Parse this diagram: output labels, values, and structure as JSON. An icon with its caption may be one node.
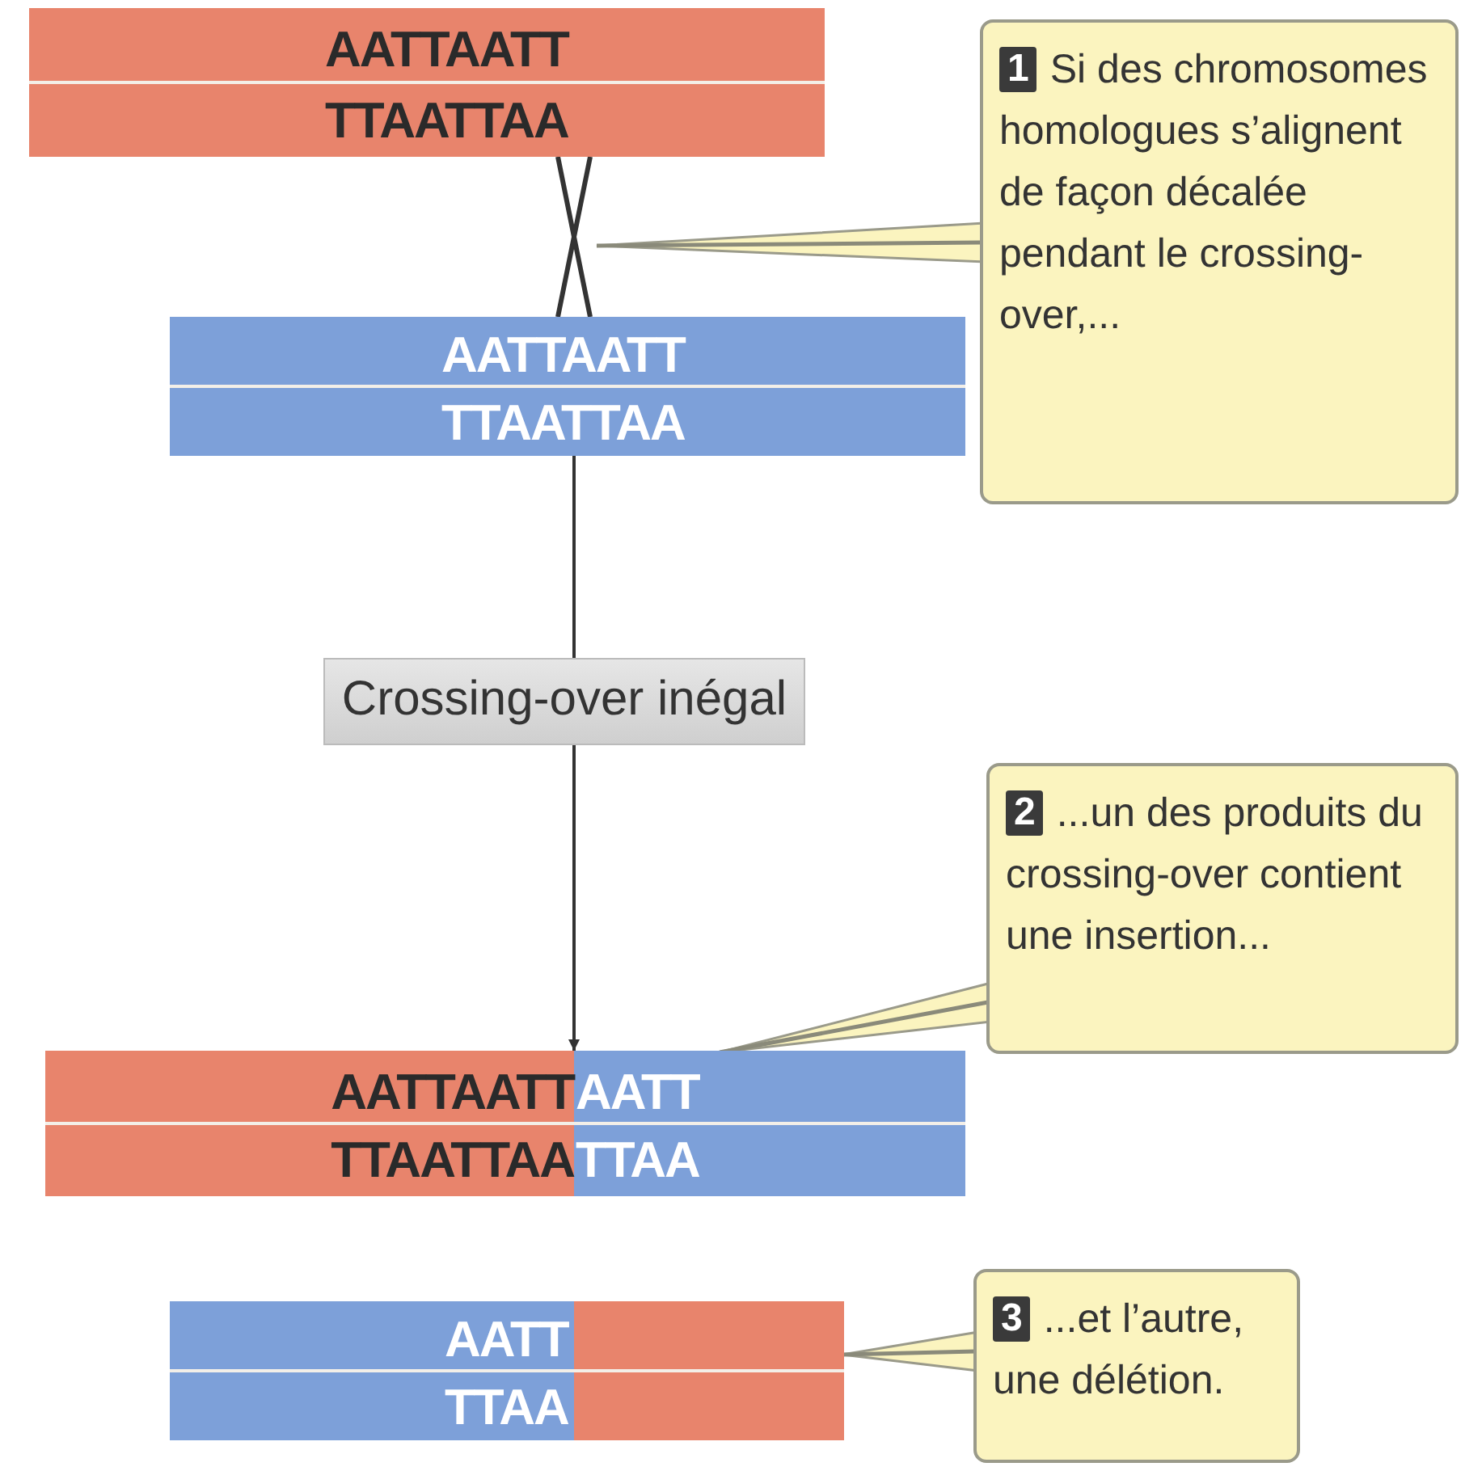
{
  "diagram": {
    "nodes": [
      {
        "text": [
          "AATTAATT",
          "TTAATTAA"
        ]
      },
      {
        "text": [
          "1",
          "Si des chromosomes homologues s’alignent de façon décalée pendant le crossing-over,..."
        ]
      },
      {
        "text": [],
        "shape": "cross"
      },
      {
        "text": [
          "AATTAATT",
          "TTAATTAA"
        ]
      },
      {
        "text": [
          "Crossing-over inégal"
        ]
      },
      {
        "text": [
          "2",
          "...un des produits du crossing-over contient une insertion..."
        ]
      },
      {
        "text": [
          "AATTAATT",
          "AATT",
          "TTAATTAA",
          "TTAA"
        ]
      },
      {
        "text": [
          "3",
          "...et l’autre, une délétion."
        ]
      },
      {
        "text": [
          "AATT",
          "TTAA"
        ]
      }
    ],
    "edges": [
      {
        "from": 3,
        "to": 4,
        "arrow": "none"
      },
      {
        "from": 4,
        "to": 6,
        "arrow": "to"
      },
      {
        "from": 1,
        "to": 2,
        "arrow": "none"
      },
      {
        "from": 5,
        "to": 6,
        "arrow": "none"
      },
      {
        "from": 7,
        "to": 8,
        "arrow": "none"
      }
    ]
  }
}
